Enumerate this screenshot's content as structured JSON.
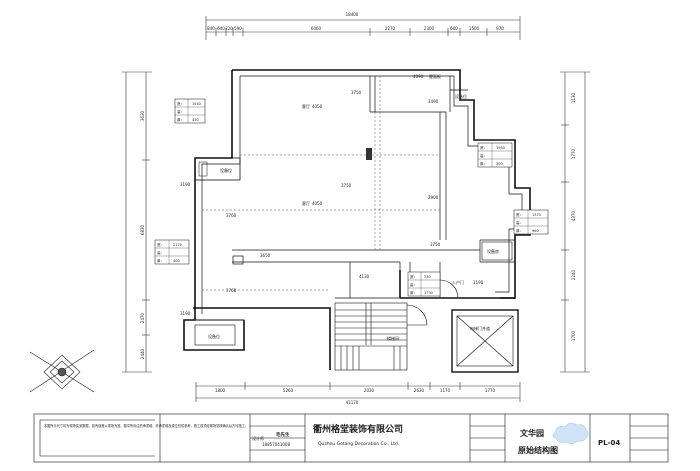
{
  "dimensions": {
    "top_total": "18400",
    "top_segments": [
      "840",
      "640",
      "220",
      "590",
      "6060",
      "2270",
      "2300",
      "600",
      "1500",
      "970"
    ],
    "bottom_segments": [
      "1800",
      "5260",
      "2030",
      "2630",
      "1170",
      "1770"
    ],
    "bottom_total": "41170",
    "left": [
      "3630",
      "6830",
      "2470",
      "2440"
    ],
    "right": [
      "1130",
      "1770",
      "4370",
      "2240",
      "1700"
    ]
  },
  "rooms": {
    "top_dim": "4090",
    "top_dim_label": "屋面板",
    "upper_hall": "4050",
    "upper_hall_label": "客厅",
    "lower_hall": "4050",
    "lower_hall_label": "客厅",
    "h3750_a": "3750",
    "h3490": "3490",
    "h3750_b": "3750",
    "h2900": "2900",
    "h3750_c": "3750",
    "h3190_a": "3190",
    "h3760": "3760",
    "h3650": "3650",
    "h3768": "3768",
    "h4130": "4130",
    "h3190_b": "3190",
    "equip_top": "设备位",
    "equip_mid": "设备位",
    "equip_bottom": "设备位",
    "equip_right": "设备房",
    "entry": "入户门",
    "entry_dim": "1190",
    "stair": "楼梯间",
    "elevator": "电梯门井道"
  },
  "legends": {
    "l1": {
      "rows": [
        "宽：",
        "高：",
        "厚："
      ],
      "vals": [
        "1540",
        "",
        "450"
      ]
    },
    "l2": {
      "rows": [
        "宽：",
        "高：",
        "厚："
      ],
      "vals": [
        "1950",
        "",
        "300"
      ]
    },
    "l3": {
      "rows": [
        "宽：",
        "高：",
        "厚："
      ],
      "vals": [
        "1370",
        "",
        "960"
      ]
    },
    "l4": {
      "rows": [
        "宽：",
        "高：",
        "厚："
      ],
      "vals": [
        "2170",
        "",
        "400"
      ]
    },
    "l5": {
      "rows": [
        "宽：",
        "高：",
        "厚："
      ],
      "vals": [
        "730",
        "",
        "1730"
      ]
    }
  },
  "title_block": {
    "company": "衢州格堂装饰有限公司",
    "company_en": "Quzhou Getang Decoration Co., Ltd.",
    "designer_label": "设计师",
    "designer_name": "毛先生",
    "phone": "18857041008",
    "project": "文华园",
    "drawing": "原始结构图",
    "number": "PL-04",
    "notes": "本图所示尺寸均为现场实测数据，如有误差以现场为准。图中所标注的承重墙、非承重墙及梁位仅供参考，施工前须经现场复核确认后方可施工。"
  }
}
